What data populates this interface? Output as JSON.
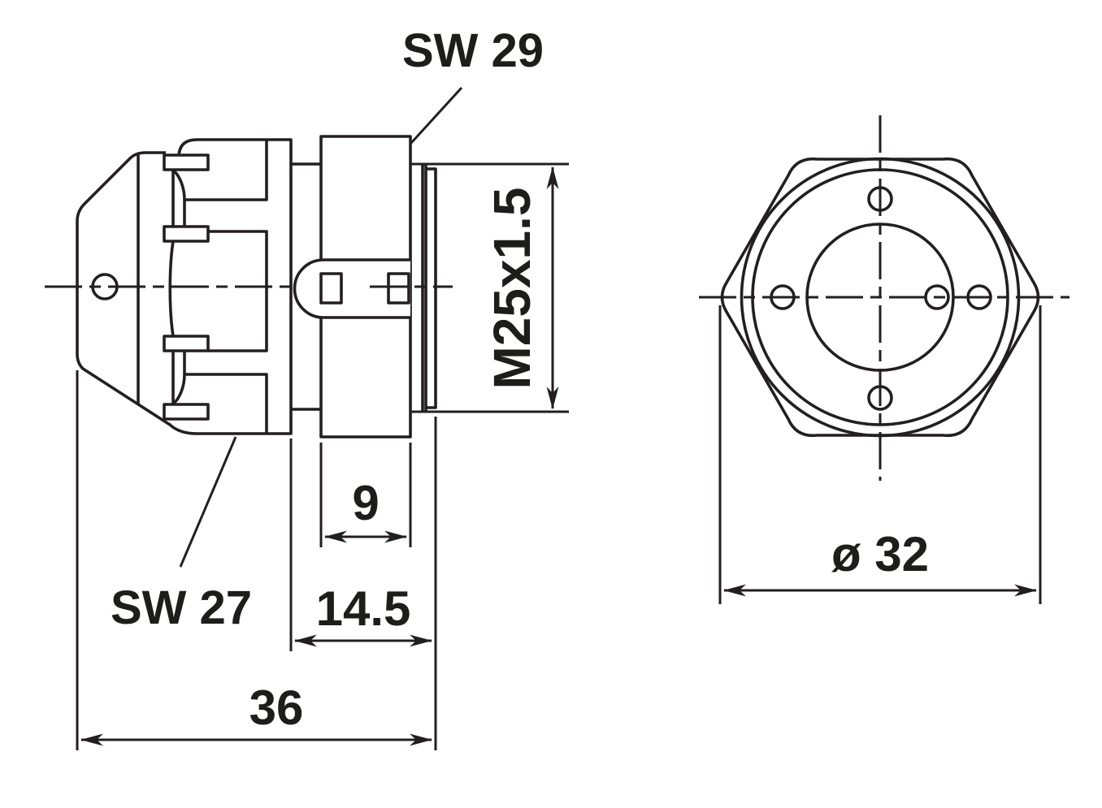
{
  "drawing": {
    "side_view": {
      "labels": {
        "hex_wrench_size": "SW 29",
        "cap_wrench_size": "SW 27",
        "thread_designation": "M25x1.5"
      },
      "dimensions": {
        "thread_length": "9",
        "front_section_length": "14.5",
        "total_length": "36"
      }
    },
    "front_view": {
      "dimensions": {
        "outer_diameter": "ø 32"
      }
    },
    "style": {
      "line_color": "#231f20",
      "text_color": "#1d1d1b",
      "background_color": "#ffffff"
    }
  }
}
